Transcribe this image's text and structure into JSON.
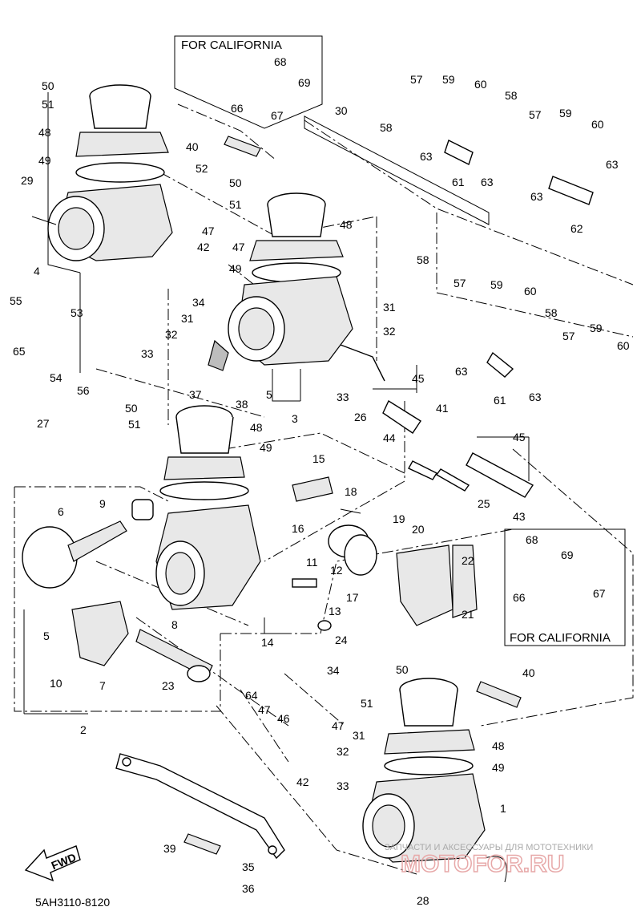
{
  "diagram": {
    "code": "5AH3110-8120",
    "fwd_label": "FWD",
    "california_label_top": "FOR CALIFORNIA",
    "california_label_right": "FOR CALIFORNIA",
    "watermark_small": "ЗАПЧАСТИ И АКСЕССУАРЫ ДЛЯ МОТОТЕХНИКИ",
    "watermark_big": "MOTOFOR.RU"
  },
  "callouts": [
    {
      "id": "c50a",
      "text": "50"
    },
    {
      "id": "c51a",
      "text": "51"
    },
    {
      "id": "c48a",
      "text": "48"
    },
    {
      "id": "c49a",
      "text": "49"
    },
    {
      "id": "c29",
      "text": "29"
    },
    {
      "id": "c4",
      "text": "4"
    },
    {
      "id": "c55",
      "text": "55"
    },
    {
      "id": "c53",
      "text": "53"
    },
    {
      "id": "c65",
      "text": "65"
    },
    {
      "id": "c54",
      "text": "54"
    },
    {
      "id": "c56",
      "text": "56"
    },
    {
      "id": "c27",
      "text": "27"
    },
    {
      "id": "c40a",
      "text": "40"
    },
    {
      "id": "c52",
      "text": "52"
    },
    {
      "id": "c50b",
      "text": "50"
    },
    {
      "id": "c51b",
      "text": "51"
    },
    {
      "id": "c47a",
      "text": "47"
    },
    {
      "id": "c47b",
      "text": "47"
    },
    {
      "id": "c42a",
      "text": "42"
    },
    {
      "id": "c48b",
      "text": "48"
    },
    {
      "id": "c49b",
      "text": "49"
    },
    {
      "id": "c34a",
      "text": "34"
    },
    {
      "id": "c31a",
      "text": "31"
    },
    {
      "id": "c32a",
      "text": "32"
    },
    {
      "id": "c33a",
      "text": "33"
    },
    {
      "id": "c31b",
      "text": "31"
    },
    {
      "id": "c32b",
      "text": "32"
    },
    {
      "id": "c33b",
      "text": "33"
    },
    {
      "id": "c37",
      "text": "37"
    },
    {
      "id": "c38",
      "text": "38"
    },
    {
      "id": "c5a",
      "text": "5"
    },
    {
      "id": "c3",
      "text": "3"
    },
    {
      "id": "c68a",
      "text": "68"
    },
    {
      "id": "c69a",
      "text": "69"
    },
    {
      "id": "c66a",
      "text": "66"
    },
    {
      "id": "c67a",
      "text": "67"
    },
    {
      "id": "c30",
      "text": "30"
    },
    {
      "id": "c58a",
      "text": "58"
    },
    {
      "id": "c57a",
      "text": "57"
    },
    {
      "id": "c59a",
      "text": "59"
    },
    {
      "id": "c60a",
      "text": "60"
    },
    {
      "id": "c58b",
      "text": "58"
    },
    {
      "id": "c57b",
      "text": "57"
    },
    {
      "id": "c59b",
      "text": "59"
    },
    {
      "id": "c60b",
      "text": "60"
    },
    {
      "id": "c63a",
      "text": "63"
    },
    {
      "id": "c61a",
      "text": "61"
    },
    {
      "id": "c63b",
      "text": "63"
    },
    {
      "id": "c63c",
      "text": "63"
    },
    {
      "id": "c63d",
      "text": "63"
    },
    {
      "id": "c62",
      "text": "62"
    },
    {
      "id": "c58c",
      "text": "58"
    },
    {
      "id": "c57c",
      "text": "57"
    },
    {
      "id": "c59c",
      "text": "59"
    },
    {
      "id": "c60c",
      "text": "60"
    },
    {
      "id": "c58d",
      "text": "58"
    },
    {
      "id": "c57d",
      "text": "57"
    },
    {
      "id": "c59d",
      "text": "59"
    },
    {
      "id": "c60d",
      "text": "60"
    },
    {
      "id": "c63e",
      "text": "63"
    },
    {
      "id": "c61b",
      "text": "61"
    },
    {
      "id": "c63f",
      "text": "63"
    },
    {
      "id": "c45a",
      "text": "45"
    },
    {
      "id": "c44",
      "text": "44"
    },
    {
      "id": "c41",
      "text": "41"
    },
    {
      "id": "c45b",
      "text": "45"
    },
    {
      "id": "c26",
      "text": "26"
    },
    {
      "id": "c25",
      "text": "25"
    },
    {
      "id": "c43",
      "text": "43"
    },
    {
      "id": "c50c",
      "text": "50"
    },
    {
      "id": "c51c",
      "text": "51"
    },
    {
      "id": "c48c",
      "text": "48"
    },
    {
      "id": "c49c",
      "text": "49"
    },
    {
      "id": "c15",
      "text": "15"
    },
    {
      "id": "c18",
      "text": "18"
    },
    {
      "id": "c16",
      "text": "16"
    },
    {
      "id": "c19",
      "text": "19"
    },
    {
      "id": "c20",
      "text": "20"
    },
    {
      "id": "c9",
      "text": "9"
    },
    {
      "id": "c6",
      "text": "6"
    },
    {
      "id": "c11",
      "text": "11"
    },
    {
      "id": "c12",
      "text": "12"
    },
    {
      "id": "c13",
      "text": "13"
    },
    {
      "id": "c17",
      "text": "17"
    },
    {
      "id": "c22",
      "text": "22"
    },
    {
      "id": "c21",
      "text": "21"
    },
    {
      "id": "c8",
      "text": "8"
    },
    {
      "id": "c14",
      "text": "14"
    },
    {
      "id": "c24",
      "text": "24"
    },
    {
      "id": "c5b",
      "text": "5"
    },
    {
      "id": "c10",
      "text": "10"
    },
    {
      "id": "c7",
      "text": "7"
    },
    {
      "id": "c23",
      "text": "23"
    },
    {
      "id": "c34b",
      "text": "34"
    },
    {
      "id": "c64",
      "text": "64"
    },
    {
      "id": "c47c",
      "text": "47"
    },
    {
      "id": "c46",
      "text": "46"
    },
    {
      "id": "c2",
      "text": "2"
    },
    {
      "id": "c68b",
      "text": "68"
    },
    {
      "id": "c69b",
      "text": "69"
    },
    {
      "id": "c66b",
      "text": "66"
    },
    {
      "id": "c67b",
      "text": "67"
    },
    {
      "id": "c40b",
      "text": "40"
    },
    {
      "id": "c50d",
      "text": "50"
    },
    {
      "id": "c51d",
      "text": "51"
    },
    {
      "id": "c47d",
      "text": "47"
    },
    {
      "id": "c31c",
      "text": "31"
    },
    {
      "id": "c32c",
      "text": "32"
    },
    {
      "id": "c48d",
      "text": "48"
    },
    {
      "id": "c49d",
      "text": "49"
    },
    {
      "id": "c42b",
      "text": "42"
    },
    {
      "id": "c33c",
      "text": "33"
    },
    {
      "id": "c1",
      "text": "1"
    },
    {
      "id": "c39",
      "text": "39"
    },
    {
      "id": "c35",
      "text": "35"
    },
    {
      "id": "c36",
      "text": "36"
    },
    {
      "id": "c28",
      "text": "28"
    }
  ]
}
